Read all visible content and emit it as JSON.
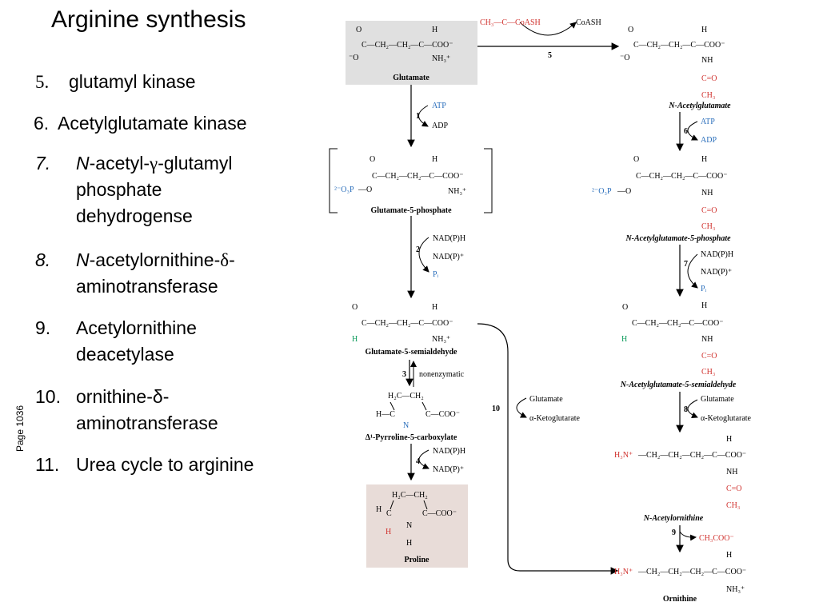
{
  "slide": {
    "title": "Arginine synthesis",
    "page_note": "Page 1036"
  },
  "steps": [
    {
      "num": "5.",
      "lines": [
        "glutamyl kinase"
      ]
    },
    {
      "num": "6.",
      "lines": [
        "Acetylglutamate kinase"
      ]
    },
    {
      "num": "7.",
      "lines_rich": [
        [
          "N",
          "-acetyl-",
          "γ",
          "-glutamyl"
        ],
        [
          "phosphate"
        ],
        [
          "dehydrogense"
        ]
      ]
    },
    {
      "num": "8.",
      "lines_rich": [
        [
          "N",
          "-acetylornithine-",
          "δ",
          "-"
        ],
        [
          "aminotransferase"
        ]
      ]
    },
    {
      "num": "9.",
      "lines": [
        "Acetylornithine",
        "deacetylase"
      ]
    },
    {
      "num": "10.",
      "lines": [
        "ornithine-δ-",
        "aminotransferase"
      ]
    },
    {
      "num": "11.",
      "lines": [
        "Urea cycle to arginine"
      ]
    }
  ],
  "diagram": {
    "compounds": {
      "glutamate": "Glutamate",
      "n_acetylglutamate": "N-Acetylglutamate",
      "glutamate_5_phosphate": "Glutamate-5-phosphate",
      "n_acetylglutamate_5_phosphate": "N-Acetylglutamate-5-phosphate",
      "glutamate_5_semialdehyde": "Glutamate-5-semialdehyde",
      "n_acetylglutamate_5_semialdehyde": "N-Acetylglutamate-5-semialdehyde",
      "pyrroline_5_carboxylate": "Δ¹-Pyrroline-5-carboxylate",
      "n_acetylornithine": "N-Acetylornithine",
      "proline": "Proline",
      "ornithine": "Ornithine"
    },
    "cofactors": {
      "acetyl_coa": "CH₃—C—CoASH",
      "coash": "CoASH",
      "atp": "ATP",
      "adp": "ADP",
      "nadph": "NAD(P)H",
      "nadp": "NAD(P)⁺",
      "pi": "Pᵢ",
      "nonenzymatic": "nonenzymatic",
      "glutamate": "Glutamate",
      "akg": "α-Ketoglutarate",
      "acetate": "CH₃COO⁻"
    },
    "step_numbers": [
      "1",
      "2",
      "3",
      "4",
      "5",
      "6",
      "7",
      "8",
      "9",
      "10"
    ],
    "colors": {
      "acetyl": "#d0312d",
      "cofactor": "#2a6ebb",
      "aldehyde_h": "#0a9a5a",
      "glutamate_box": "#e0e0e0",
      "proline_box": "#e8dcd8"
    }
  }
}
